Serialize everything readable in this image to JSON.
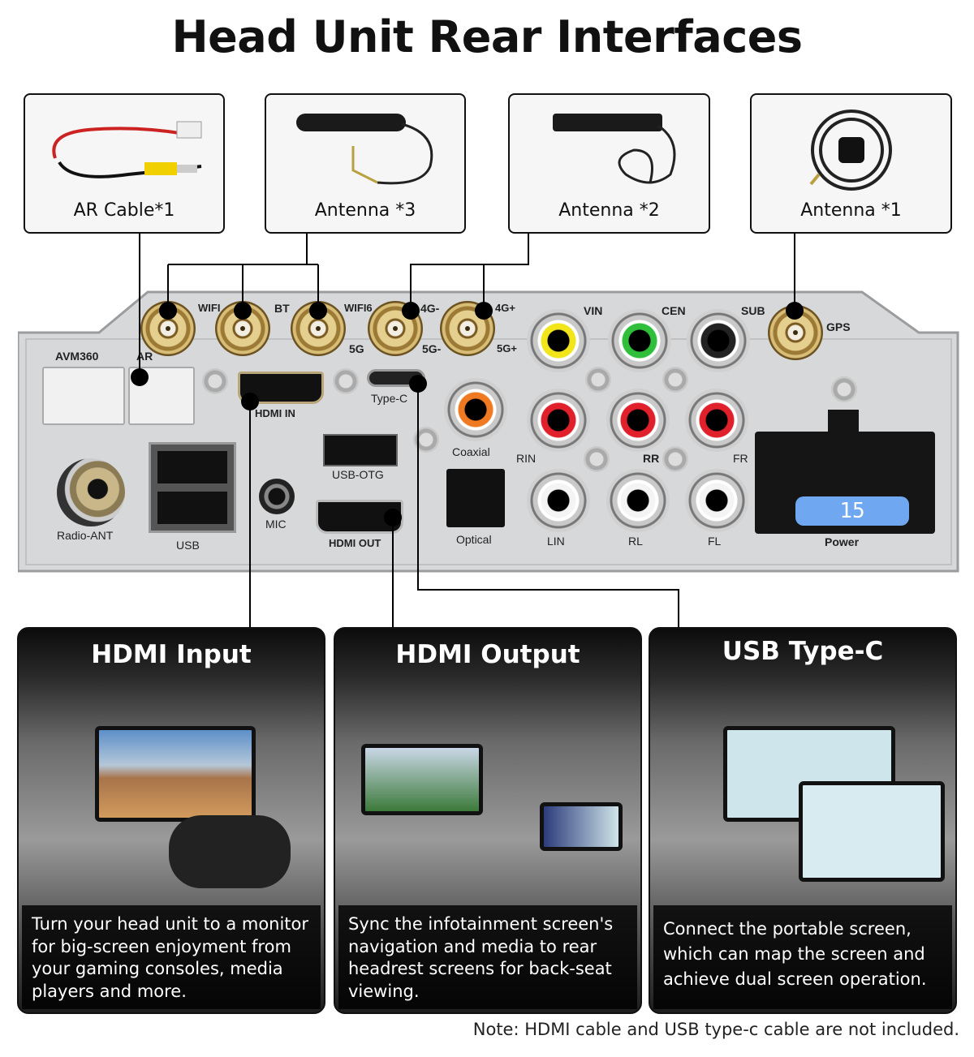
{
  "title": "Head Unit Rear Interfaces",
  "accessories": [
    {
      "label": "AR Cable*1"
    },
    {
      "label": "Antenna *3"
    },
    {
      "label": "Antenna *2"
    },
    {
      "label": "Antenna *1"
    }
  ],
  "panel": {
    "avm360": "AVM360",
    "ar": "AR",
    "wifi": "WIFI",
    "bt": "BT",
    "wifi6": "WIFI6",
    "g5": "5G",
    "g4minus": "4G-",
    "g5minus": "5G-",
    "g4plus": "4G+",
    "g5plus": "5G+",
    "vin": "VIN",
    "cen": "CEN",
    "sub": "SUB",
    "gps": "GPS",
    "hdmi_in": "HDMI  IN",
    "type_c": "Type-C",
    "coaxial": "Coaxial",
    "rin": "RIN",
    "rr": "RR",
    "fr": "FR",
    "lin": "LIN",
    "rl": "RL",
    "fl": "FL",
    "usb_otg": "USB-OTG",
    "mic": "MIC",
    "hdmi_out": "HDMI  OUT",
    "optical": "Optical",
    "radio_ant": "Radio-ANT",
    "usb": "USB",
    "power": "Power",
    "fuse": "15"
  },
  "cards": [
    {
      "title": "HDMI Input",
      "caption": "Turn your head unit to a monitor for big-screen enjoyment from your gaming consoles, media players and more."
    },
    {
      "title": "HDMI Output",
      "caption": "Sync the infotainment screen's navigation and media to rear headrest screens for back-seat viewing."
    },
    {
      "title": "USB Type-C",
      "caption": "Connect the portable screen, which can map the screen and achieve dual screen operation."
    }
  ],
  "note": "Note: HDMI cable and USB type-c cable are not included.",
  "colors": {
    "sma_gold": "#d8bd77",
    "vin": "#f2e51a",
    "cen": "#2fbf3a",
    "sub": "#222222",
    "red": "#e0202a",
    "white": "#f4f4f4",
    "coaxial": "#f07a22",
    "fuse": "#6fa8f0"
  }
}
